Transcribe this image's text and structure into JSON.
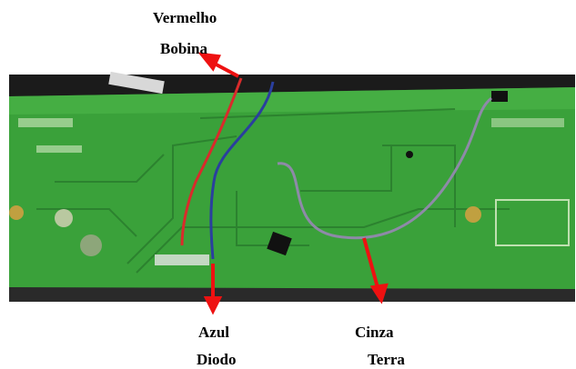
{
  "labels": {
    "red_wire": "Vermelho",
    "coil": "Bobina",
    "blue_wire": "Azul",
    "diode": "Diodo",
    "gray_wire": "Cinza",
    "ground": "Terra"
  },
  "colors": {
    "board_green": "#3aa13a",
    "board_dark": "#1f5f22",
    "wire_red": "#d92b2b",
    "wire_blue": "#2a3f9e",
    "wire_gray": "#8e8aa8",
    "arrow_red": "#ee1111",
    "background": "#ffffff"
  }
}
